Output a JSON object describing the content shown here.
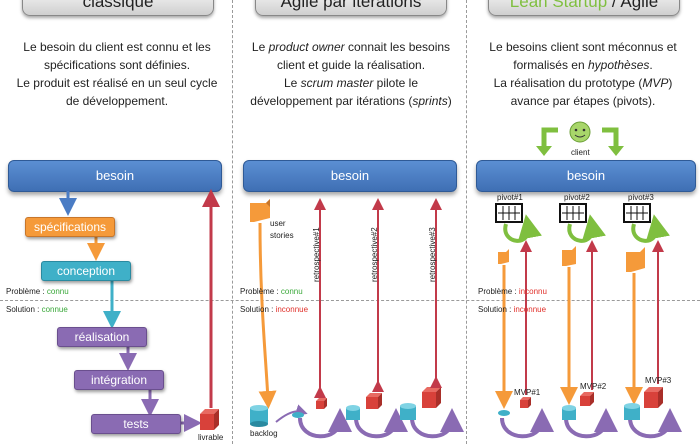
{
  "columns": [
    {
      "title": "classique",
      "desc": [
        "Le besoin du client est connu et les",
        "spécifications sont définies.",
        "Le produit est réalisé en un seul cycle",
        "de développement."
      ],
      "besoin": "besoin",
      "steps": [
        "spécifications",
        "conception",
        "réalisation",
        "intégration",
        "tests"
      ],
      "livrable": "livrable",
      "probleme_label": "Problème : ",
      "probleme_value": "connu",
      "solution_label": "Solution : ",
      "solution_value": "connue"
    },
    {
      "title": "Agile par itérations",
      "desc_html": [
        "Le <i>product owner</i> connait les besoins",
        "client et guide la réalisation.",
        "Le <i>scrum master</i> pilote le",
        "développement par itérations (<i>sprints</i>)"
      ],
      "besoin": "besoin",
      "user_stories": "user stories",
      "backlog": "backlog",
      "retros": [
        "retrospective#1",
        "retrospective#2",
        "retrospective#3"
      ],
      "probleme_label": "Problème : ",
      "probleme_value": "connu",
      "solution_label": "Solution : ",
      "solution_value": "inconnue"
    },
    {
      "title_green": "Lean Startup",
      "title_sep": " / ",
      "title_rest": "Agile",
      "desc_html": [
        "Le besoins client sont méconnus et",
        "formalisés en <i>hypothèses</i>.",
        "La réalisation du prototype (<i>MVP</i>)",
        "avance par étapes (pivots)."
      ],
      "client": "client",
      "besoin": "besoin",
      "pivots": [
        "pivot#1",
        "pivot#2",
        "pivot#3"
      ],
      "mvps": [
        "MVP#1",
        "MVP#2",
        "MVP#3"
      ],
      "probleme_label": "Problème : ",
      "probleme_value": "inconnu",
      "solution_label": "Solution : ",
      "solution_value": "inconnue"
    }
  ],
  "colors": {
    "besoin": "#4a7cc4",
    "orange": "#f59a3a",
    "teal": "#3fb0c8",
    "purple": "#8a6bb3",
    "red_cube": "#d8413a",
    "retro_arrow": "#c23a4a",
    "green_ok": "#3aa83a",
    "red_ko": "#e0302a",
    "lean_green": "#7fbf3f"
  }
}
